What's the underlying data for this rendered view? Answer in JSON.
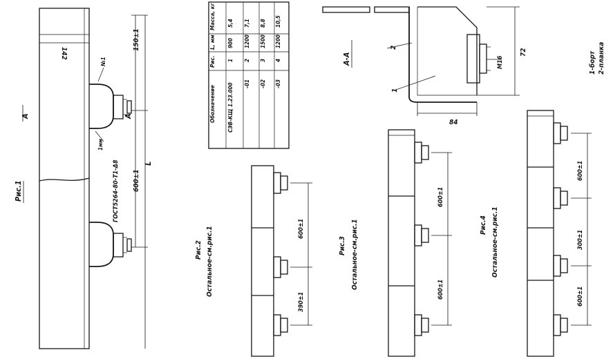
{
  "figures": {
    "fig1": {
      "title": "Рис.1",
      "section_mark": "А",
      "dims": [
        "142",
        "150±1",
        "600±1",
        "L"
      ],
      "callouts": [
        "№1",
        "1мм",
        "ГОСТ5264-80-Т1-Δ8"
      ]
    },
    "fig2": {
      "title": "Рис.2",
      "note": "Остальное-см.рис.1",
      "dims": [
        "600±1",
        "390±1"
      ]
    },
    "fig3": {
      "title": "Рис.3",
      "note": "Остальное-см.рис.1",
      "dims": [
        "600±1",
        "600±1"
      ]
    },
    "fig4": {
      "title": "Рис.4",
      "note": "Остальное-см.рис.1",
      "dims": [
        "600±1",
        "300±1",
        "600±1"
      ]
    }
  },
  "spec_table": {
    "headers": [
      "Обозначение",
      "Рис.",
      "L, мм",
      "Масса, кг"
    ],
    "rows": [
      [
        "СЭВ-КЩ 1.23.000",
        "1",
        "900",
        "5,4"
      ],
      [
        "-01",
        "2",
        "1200",
        "7,1"
      ],
      [
        "-02",
        "3",
        "1500",
        "8,8"
      ],
      [
        "-03",
        "4",
        "1200",
        "10,5"
      ]
    ]
  },
  "section_view": {
    "title": "А-А",
    "labels": [
      "1",
      "2"
    ],
    "dims": [
      "M16",
      "72",
      "84"
    ],
    "legend": [
      "1-борт",
      "2-планка"
    ]
  }
}
